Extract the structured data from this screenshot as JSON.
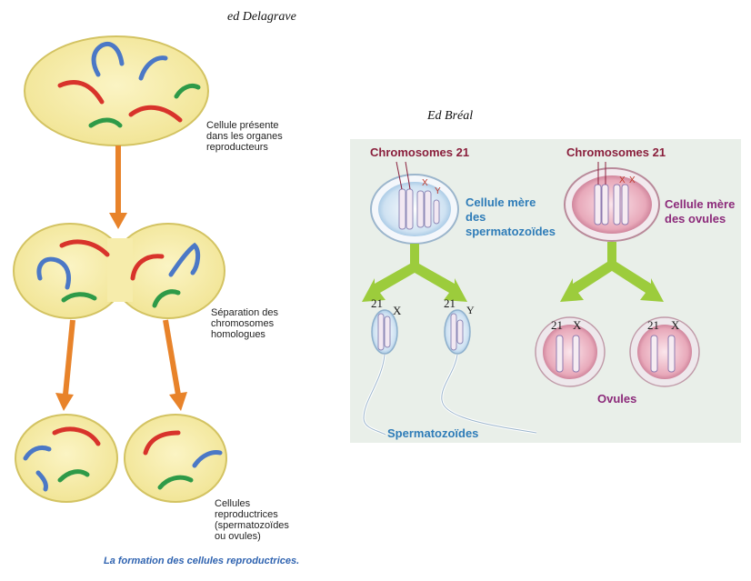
{
  "left": {
    "source": "ed Delagrave",
    "labels": {
      "cell_initial": [
        "Cellule présente",
        "dans les organes",
        "reproducteurs"
      ],
      "separation": [
        "Séparation des",
        "chromosomes",
        "homologues"
      ],
      "reproductive": [
        "Cellules",
        "reproductrices",
        "(spermatozoïdes",
        "ou ovules)"
      ]
    },
    "caption": "La formation des cellules reproductrices."
  },
  "right": {
    "source": "Ed Bréal",
    "male": {
      "chromosomes_title": "Chromosomes 21",
      "x_mark": "X",
      "y_mark": "Y",
      "cell_label": [
        "Cellule mère",
        "des",
        "spermatozoïdes"
      ],
      "sperm1": {
        "num": "21",
        "sex": "X"
      },
      "sperm2": {
        "num": "21",
        "sex": "Y"
      },
      "result_label": "Spermatozoïdes"
    },
    "female": {
      "chromosomes_title": "Chromosomes 21",
      "x_mark1": "X",
      "x_mark2": "X",
      "cell_label": [
        "Cellule mère",
        "des ovules"
      ],
      "ovule1": {
        "num": "21",
        "sex": "X"
      },
      "ovule2": {
        "num": "21",
        "sex": "X"
      },
      "result_label": "Ovules"
    }
  },
  "colors": {
    "cell_fill": "#f7eeaa",
    "cell_stroke": "#c9b955",
    "arrow_orange": "#e8832a",
    "chromo_red": "#d8332b",
    "chromo_blue": "#4b78c6",
    "chromo_green": "#2e9a48",
    "arrow_green": "#9ccc3c",
    "panel_bg": "#e9efe9"
  }
}
